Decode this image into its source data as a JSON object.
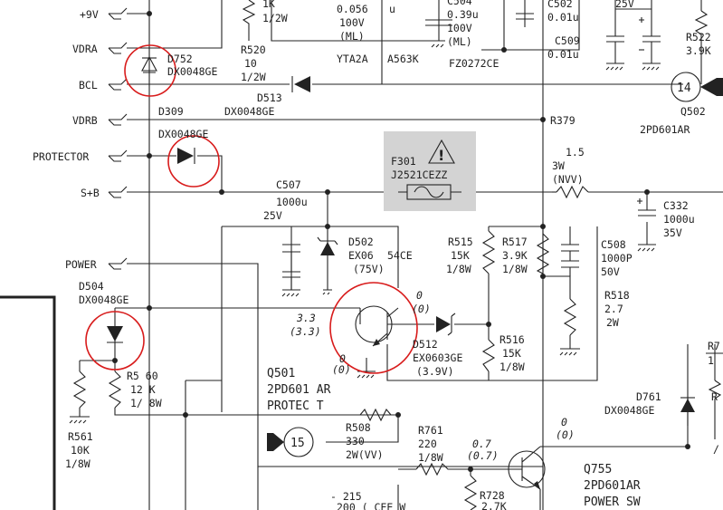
{
  "nets": {
    "v9": "+9V",
    "vdra": "VDRA",
    "bcl": "BCL",
    "vdrb": "VDRB",
    "protector": "PROTECTOR",
    "sb": "S+B",
    "power": "POWER"
  },
  "labels": {
    "r520_top_1": "1K",
    "r520_top_2": "1/2W",
    "r520_name": "R520",
    "r520_val": "10",
    "r520_w": "1/2W",
    "c_top_056": "0.056",
    "c_top_u": "u",
    "c_top_100v": "100V",
    "c_top_ml": "(ML)",
    "c504_name": "C504",
    "c504_val": "0.39u",
    "c504_v": "100V",
    "c504_ml": "(ML)",
    "yta2a": "YTA2A",
    "a563k": "A563K",
    "fz0272ce": "FZ0272CE",
    "c502_name": "C502",
    "c502_val": "0.01u",
    "c509_name": "C509",
    "c509_val": "0.01u",
    "v25_top": "25V",
    "r522_name": "R522",
    "r522_val": "3.9K",
    "d752_name": "D752",
    "d752_part": "DX0048GE",
    "d513_name": "D513",
    "d513_part": "DX0048GE",
    "d309_name": "D309",
    "d309_part": "DX0048GE",
    "q502_name": "Q502",
    "q502_part": "2PD601AR",
    "conn14": "14",
    "r379": "R379",
    "f301_name": "F301",
    "f301_part": "J2521CEZZ",
    "r379_val": "1.5",
    "r379_w": "3W",
    "r379_nvv": "(NVV)",
    "c507_name": "C507",
    "c507_val": "1000u",
    "c507_v": "25V",
    "c332_name": "C332",
    "c332_val": "1000u",
    "c332_v": "35V",
    "d502_name": "D502",
    "d502_part": "EX06",
    "d502_part2": "54CE",
    "d502_v": "(75V)",
    "r515_name": "R515",
    "r515_val": "15K",
    "r515_w": "1/8W",
    "r517_name": "R517",
    "r517_val": "3.9K",
    "r517_w": "1/8W",
    "c508_name": "C508",
    "c508_val": "1000P",
    "c508_v": "50V",
    "r518_name": "R518",
    "r518_val": "2.7",
    "r518_w": "2W",
    "d504_name": "D504",
    "d504_part": "DX0048GE",
    "v33": "3.3",
    "v33b": "(3.3)",
    "v0a": "0",
    "v0b": "(0)",
    "v0c": "0",
    "v0d": "(0)",
    "d512_name": "D512",
    "d512_part": "EX0603GE",
    "d512_v": "(3.9V)",
    "r516_name": "R516",
    "r516_val": "15K",
    "r516_w": "1/8W",
    "r560_name": "R5 60",
    "r560_val": "12 K",
    "r560_w": "1/ 8W",
    "r561_name": "R561",
    "r561_val": "10K",
    "r561_w": "1/8W",
    "q501_name": "Q501",
    "q501_part": "2PD601 AR",
    "q501_func": "PROTEC T",
    "conn15": "15",
    "r508_name": "R508",
    "r508_val": "330",
    "r508_w": "2W(VV)",
    "r761_name": "R761",
    "r761_val": "220",
    "r761_w": "1/8W",
    "v07": "0.7",
    "v07b": "(0.7)",
    "v0e": "0",
    "v0f": "(0)",
    "r728_name": "R728",
    "r728_val": "2.7K",
    "d761_name": "D761",
    "d761_part": "DX0048GE",
    "q755_name": "Q755",
    "q755_part": "2PD601AR",
    "q755_func": "POWER SW",
    "c215": "- 215",
    "c215b": "200 ( CEE   W",
    "r7_edge": "R7",
    "edge_1": "1",
    "edge_r": "R",
    "edge_slash": "/",
    "warning_mark": "!"
  },
  "colors": {
    "ink": "#222222",
    "highlight": "#d81b1b",
    "fuse_box": "#d3d3d3"
  }
}
